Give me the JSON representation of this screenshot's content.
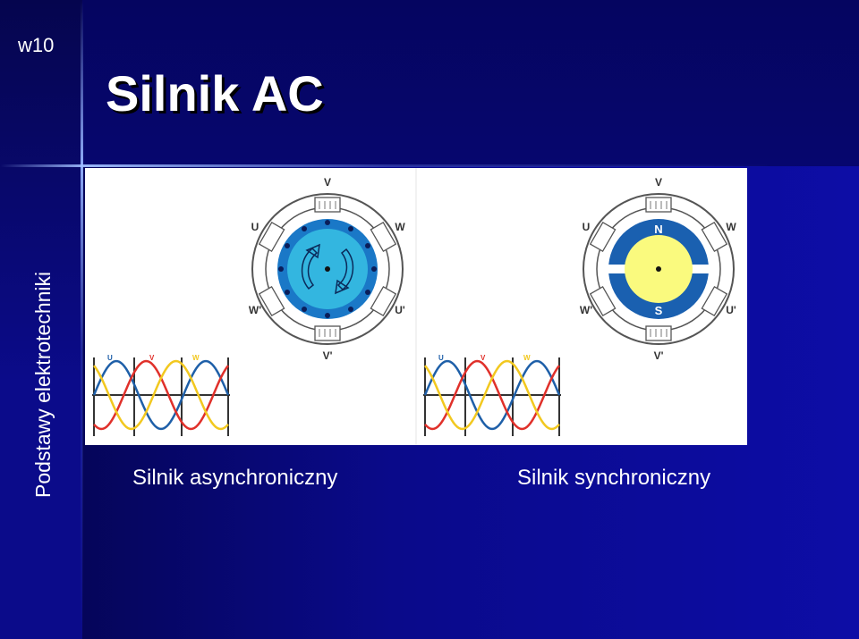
{
  "slide": {
    "number": "w10",
    "title": "Silnik AC",
    "side_label": "Podstawy elektrotechniki"
  },
  "panels": [
    {
      "caption": "Silnik asynchroniczny",
      "stator_labels": {
        "v": "V",
        "u": "U",
        "w": "W",
        "w_prime": "W'",
        "u_prime": "U'",
        "v_prime": "V'"
      },
      "wave_labels": {
        "u": "U",
        "v": "V",
        "w": "W"
      }
    },
    {
      "caption": "Silnik synchroniczny",
      "stator_labels": {
        "v": "V",
        "u": "U",
        "w": "W",
        "w_prime": "W'",
        "u_prime": "U'",
        "v_prime": "V'"
      },
      "rotor_poles": {
        "north": "N",
        "south": "S"
      },
      "wave_labels": {
        "u": "U",
        "v": "V",
        "w": "W"
      }
    }
  ],
  "colors": {
    "phase_u": "#1e5fa8",
    "phase_v": "#e0302a",
    "phase_w": "#f2c81f",
    "async_rotor": "#33b6e0",
    "async_ring": "#1a78c7",
    "sync_rotor": "#fafa7e",
    "sync_ring": "#1a60b0"
  }
}
